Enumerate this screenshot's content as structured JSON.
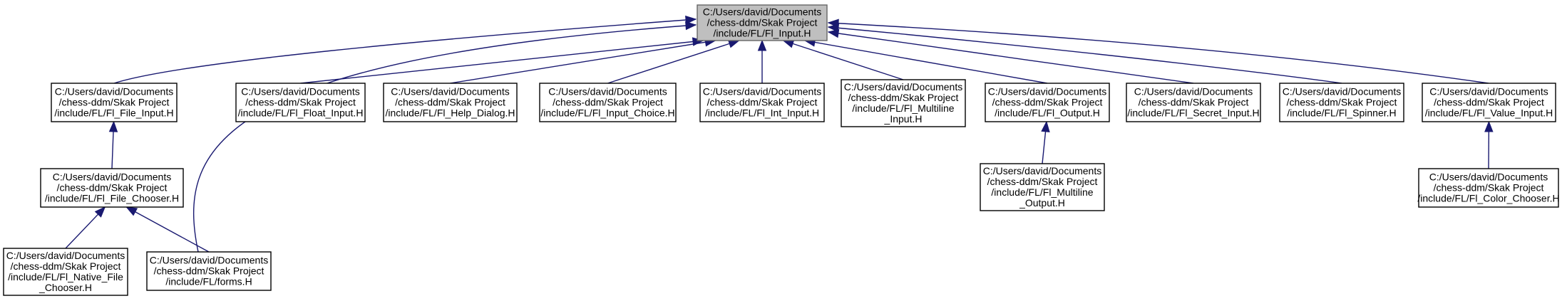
{
  "nodes": [
    {
      "id": "fl_input",
      "lines": [
        "C:/Users/david/Documents",
        "/chess-ddm/Skak Project",
        "/include/FL/Fl_Input.H"
      ],
      "root": true
    },
    {
      "id": "fl_file_input",
      "lines": [
        "C:/Users/david/Documents",
        "/chess-ddm/Skak Project",
        "/include/FL/Fl_File_Input.H"
      ]
    },
    {
      "id": "fl_float_input",
      "lines": [
        "C:/Users/david/Documents",
        "/chess-ddm/Skak Project",
        "/include/FL/Fl_Float_Input.H"
      ]
    },
    {
      "id": "fl_help_dialog",
      "lines": [
        "C:/Users/david/Documents",
        "/chess-ddm/Skak Project",
        "/include/FL/Fl_Help_Dialog.H"
      ]
    },
    {
      "id": "fl_input_choice",
      "lines": [
        "C:/Users/david/Documents",
        "/chess-ddm/Skak Project",
        "/include/FL/Fl_Input_Choice.H"
      ]
    },
    {
      "id": "fl_int_input",
      "lines": [
        "C:/Users/david/Documents",
        "/chess-ddm/Skak Project",
        "/include/FL/Fl_Int_Input.H"
      ]
    },
    {
      "id": "fl_multiline_input",
      "lines": [
        "C:/Users/david/Documents",
        "/chess-ddm/Skak Project",
        "/include/FL/Fl_Multiline",
        "_Input.H"
      ]
    },
    {
      "id": "fl_output",
      "lines": [
        "C:/Users/david/Documents",
        "/chess-ddm/Skak Project",
        "/include/FL/Fl_Output.H"
      ]
    },
    {
      "id": "fl_secret_input",
      "lines": [
        "C:/Users/david/Documents",
        "/chess-ddm/Skak Project",
        "/include/FL/Fl_Secret_Input.H"
      ]
    },
    {
      "id": "fl_spinner",
      "lines": [
        "C:/Users/david/Documents",
        "/chess-ddm/Skak Project",
        "/include/FL/Fl_Spinner.H"
      ]
    },
    {
      "id": "fl_value_input",
      "lines": [
        "C:/Users/david/Documents",
        "/chess-ddm/Skak Project",
        "/include/FL/Fl_Value_Input.H"
      ]
    },
    {
      "id": "fl_file_chooser",
      "lines": [
        "C:/Users/david/Documents",
        "/chess-ddm/Skak Project",
        "/include/FL/Fl_File_Chooser.H"
      ]
    },
    {
      "id": "fl_multiline_output",
      "lines": [
        "C:/Users/david/Documents",
        "/chess-ddm/Skak Project",
        "/include/FL/Fl_Multiline",
        "_Output.H"
      ]
    },
    {
      "id": "fl_color_chooser",
      "lines": [
        "C:/Users/david/Documents",
        "/chess-ddm/Skak Project",
        "/include/FL/Fl_Color_Chooser.H"
      ]
    },
    {
      "id": "fl_native_file_chooser",
      "lines": [
        "C:/Users/david/Documents",
        "/chess-ddm/Skak Project",
        "/include/FL/Fl_Native_File",
        "_Chooser.H"
      ]
    },
    {
      "id": "forms",
      "lines": [
        "C:/Users/david/Documents",
        "/chess-ddm/Skak Project",
        "/include/FL/forms.H"
      ]
    }
  ],
  "edges": [
    {
      "from": "fl_file_input",
      "to": "fl_input"
    },
    {
      "from": "forms",
      "to": "fl_input"
    },
    {
      "from": "fl_float_input",
      "to": "fl_input"
    },
    {
      "from": "fl_help_dialog",
      "to": "fl_input"
    },
    {
      "from": "fl_input_choice",
      "to": "fl_input"
    },
    {
      "from": "fl_int_input",
      "to": "fl_input"
    },
    {
      "from": "fl_multiline_input",
      "to": "fl_input"
    },
    {
      "from": "fl_output",
      "to": "fl_input"
    },
    {
      "from": "fl_secret_input",
      "to": "fl_input"
    },
    {
      "from": "fl_spinner",
      "to": "fl_input"
    },
    {
      "from": "fl_value_input",
      "to": "fl_input"
    },
    {
      "from": "fl_file_chooser",
      "to": "fl_file_input"
    },
    {
      "from": "fl_native_file_chooser",
      "to": "fl_file_chooser"
    },
    {
      "from": "forms",
      "to": "fl_file_chooser"
    },
    {
      "from": "fl_multiline_output",
      "to": "fl_output"
    },
    {
      "from": "fl_color_chooser",
      "to": "fl_value_input"
    }
  ],
  "colors": {
    "edge": "#191970",
    "root_fill": "#bfbfbf",
    "node_fill": "#ffffff",
    "border": "#000000"
  }
}
